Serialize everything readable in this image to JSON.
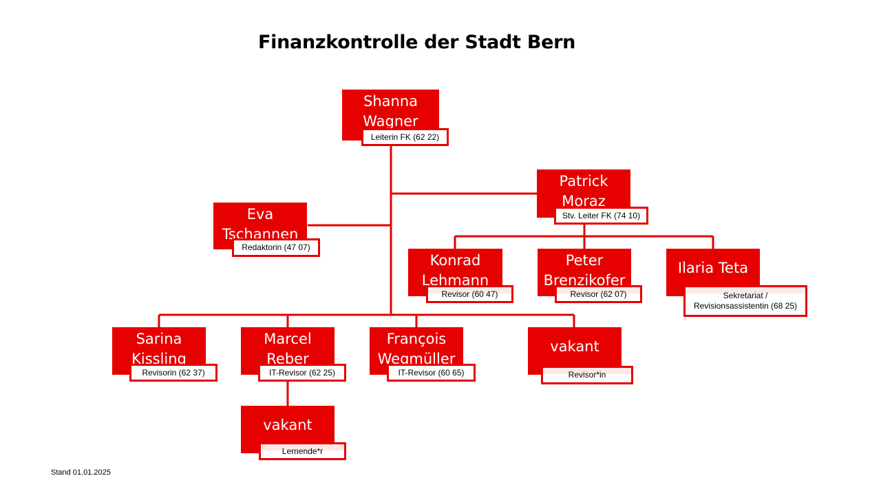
{
  "title": "Finanzkontrolle der Stadt Bern",
  "footer": "Stand 01.01.2025",
  "colors": {
    "accent": "#e60000"
  },
  "nodes": [
    {
      "id": "shanna-wagner",
      "name": "Shanna Wagner",
      "role": "Leiterin FK (62 22)"
    },
    {
      "id": "patrick-moraz",
      "name": "Patrick Moraz",
      "role": "Stv. Leiter FK (74 10)"
    },
    {
      "id": "eva-tschannen",
      "name": "Eva Tschannen",
      "role": "Redaktorin (47 07)"
    },
    {
      "id": "konrad-lehmann",
      "name": "Konrad Lehmann",
      "role": "Revisor (60 47)"
    },
    {
      "id": "peter-brenzikofer",
      "name": "Peter Brenzikofer",
      "role": "Revisor (62 07)"
    },
    {
      "id": "ilaria-teta",
      "name": "Ilaria Teta",
      "role": "Sekretariat / Revisionsassistentin (68 25)"
    },
    {
      "id": "sarina-kissling",
      "name": "Sarina Kissling",
      "role": "Revisorin (62 37)"
    },
    {
      "id": "marcel-reber",
      "name": "Marcel Reber",
      "role": "IT-Revisor (62 25)"
    },
    {
      "id": "francois-wegmueller",
      "name": "François Wegmüller",
      "role": "IT-Revisor (60 65)"
    },
    {
      "id": "vakant-revisor",
      "name": "vakant",
      "role": "Revisor*in"
    },
    {
      "id": "vakant-lernende",
      "name": "vakant",
      "role": "Lernende*r"
    }
  ]
}
